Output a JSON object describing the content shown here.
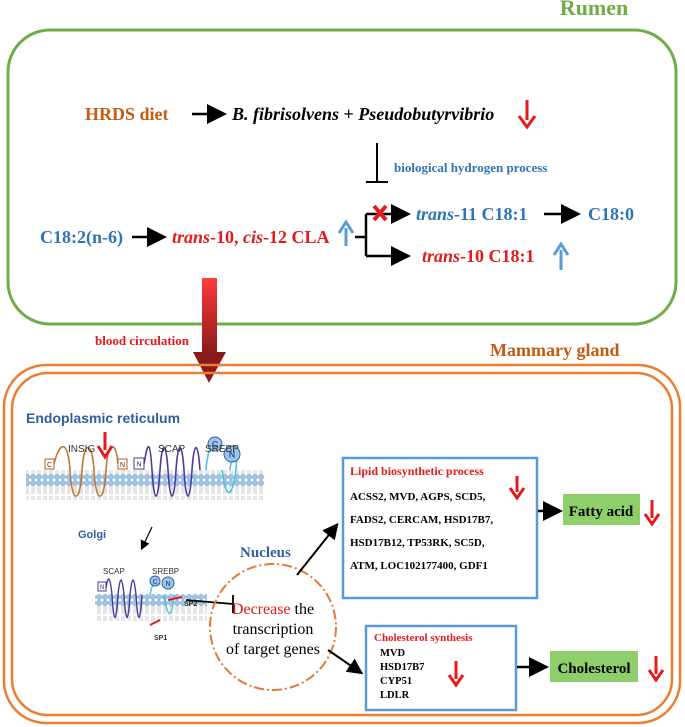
{
  "rumen": {
    "title": "Rumen",
    "diet": "HRDS diet",
    "bacteria_1": "B. fibrisolvens",
    "plus": " + ",
    "bacteria_2": "Pseudobutyrvibrio",
    "process": "biological hydrogen process",
    "substrate": "C18:2(n-6)",
    "cla_italic": "trans",
    "cla_rest_1": "-10, ",
    "cla_italic_2": "cis",
    "cla_rest_2": "-12 CLA",
    "t11_italic": "trans",
    "t11_rest": "-11 C18:1",
    "c180": "C18:0",
    "t10_italic": "trans",
    "t10_rest": "-10 C18:1"
  },
  "link": {
    "label": "blood circulation"
  },
  "mammary": {
    "title": "Mammary gland",
    "er_title": "Endoplasmic reticulum",
    "insig": "INSIG",
    "scap": "SCAP",
    "srebp": "SREBP",
    "c_label": "C",
    "n_label": "N",
    "golgi": "Golgi",
    "scap2": "SCAP",
    "srebp2": "SREBP",
    "sp2": "SP2",
    "sp1": "SP1",
    "nucleus": "Nucleus",
    "transcription_1a": "Decrease",
    "transcription_1b": " the",
    "transcription_2": "transcription",
    "transcription_3": "of target genes",
    "lipid_title": "Lipid biosynthetic process",
    "lipid_genes": [
      "ACSS2, MVD, AGPS, SCD5,",
      "FADS2, CERCAM, HSD17B7,",
      "HSD17B12, TP53RK, SC5D,",
      "ATM, LOC102177400, GDF1"
    ],
    "fatty_acid": "Fatty acid",
    "chol_title": "Cholesterol synthesis",
    "chol_genes": [
      "MVD",
      "HSD17B7",
      "CYP51",
      "LDLR"
    ],
    "cholesterol": "Cholesterol"
  },
  "colors": {
    "green_box": "#70ad47",
    "orange_box": "#ed7d31",
    "red": "#e41a1c",
    "blue_text": "#2e75b6",
    "orange_text": "#c55a11",
    "down_arrow": "#e41a1c",
    "up_arrow": "#5b9bd5",
    "result_fill": "#8fcf6b"
  }
}
